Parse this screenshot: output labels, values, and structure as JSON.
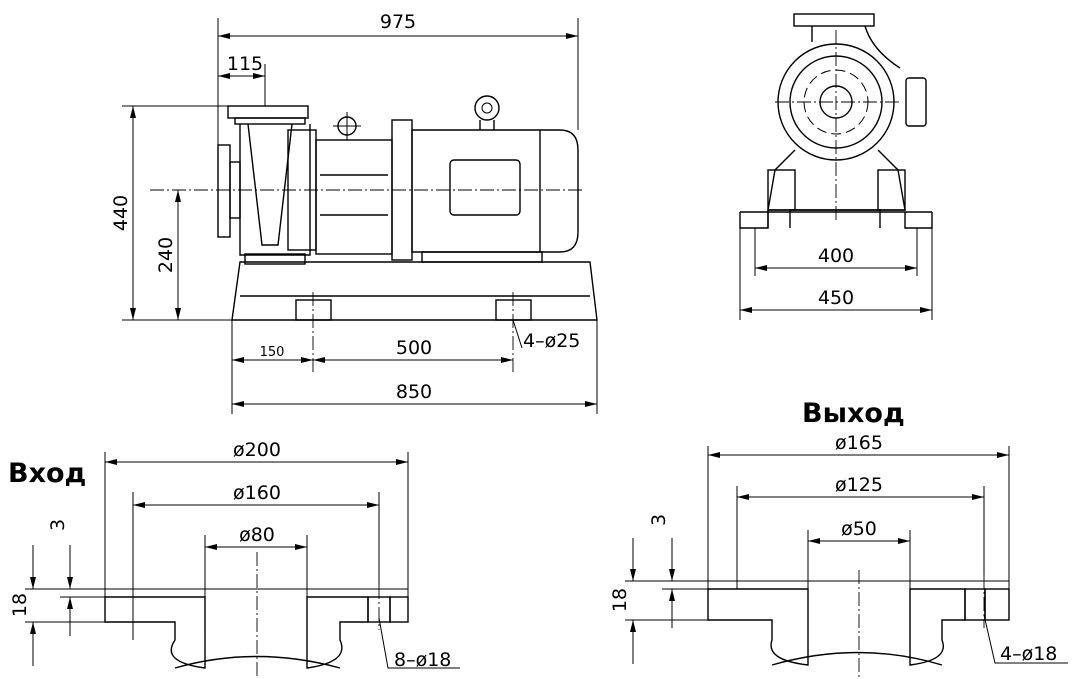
{
  "labels": {
    "inlet_title": "Вход",
    "outlet_title": "Выход"
  },
  "side_view": {
    "overall_length": "975",
    "inlet_offset": "115",
    "total_height": "440",
    "axis_height": "240",
    "base_length": "850",
    "bolt_spacing": "500",
    "bolt_offset": "150",
    "base_holes": "4–ø25"
  },
  "front_view": {
    "bolt_spacing": "400",
    "base_width": "450"
  },
  "inlet_flange": {
    "outer_diameter": "ø200",
    "bolt_circle": "ø160",
    "bore": "ø80",
    "thickness": "18",
    "raised_face": "3",
    "holes": "8–ø18"
  },
  "outlet_flange": {
    "outer_diameter": "ø165",
    "bolt_circle": "ø125",
    "bore": "ø50",
    "thickness": "18",
    "raised_face": "3",
    "holes": "4–ø18"
  }
}
